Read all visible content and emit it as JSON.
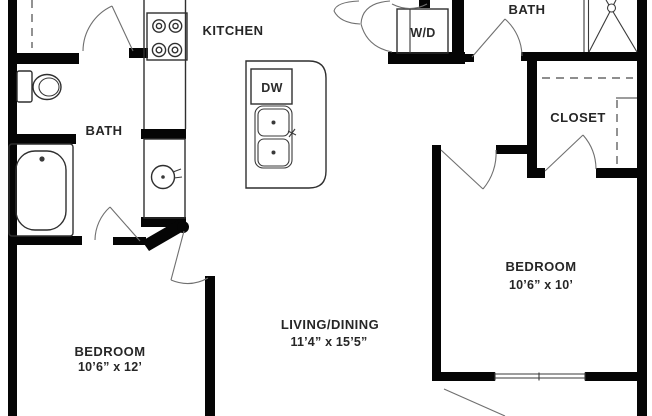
{
  "floor_plan": {
    "rooms": {
      "kitchen": {
        "label": "KITCHEN"
      },
      "bath_left": {
        "label": "BATH"
      },
      "bath_right": {
        "label": "BATH"
      },
      "closet": {
        "label": "CLOSET"
      },
      "bedroom_left": {
        "label": "BEDROOM",
        "dims": "10’6” x 12’"
      },
      "bedroom_right": {
        "label": "BEDROOM",
        "dims": "10’6” x 10’"
      },
      "living_dining": {
        "label": "LIVING/DINING",
        "dims": "11’4” x 15’5”"
      }
    },
    "appliances": {
      "dishwasher": {
        "label": "DW"
      },
      "washer_dryer": {
        "label": "W/D"
      }
    },
    "colors": {
      "wall": "#050505",
      "fixture_line": "#2f2f2f",
      "door_arc": "#6f6f6f",
      "text": "#262626",
      "background": "#ffffff"
    }
  }
}
